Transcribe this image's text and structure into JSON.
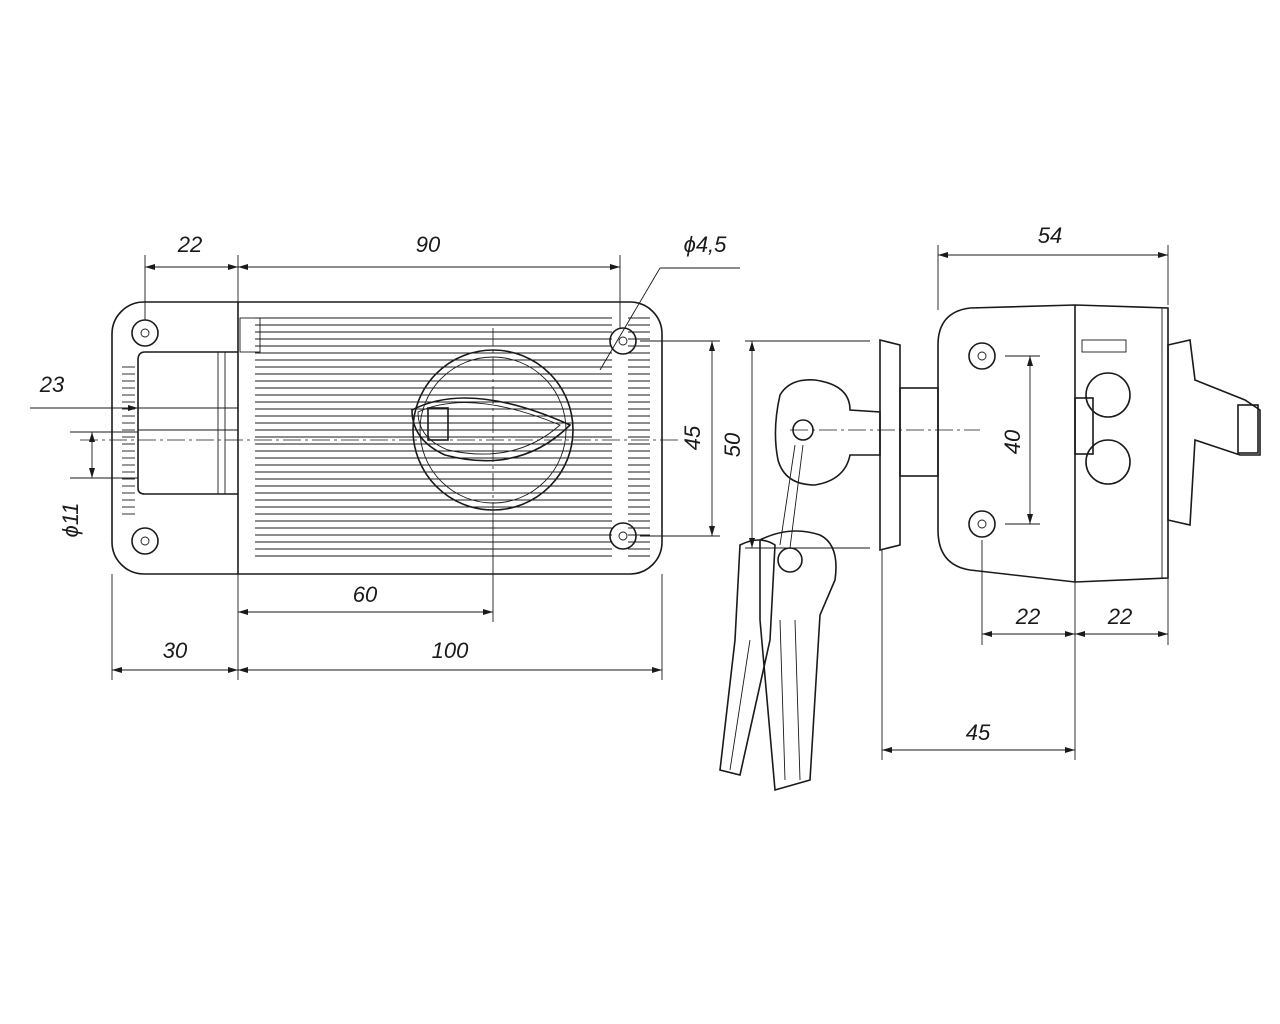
{
  "drawing": {
    "front_view": {
      "dims": {
        "bolt_offset": "22",
        "hole_spacing_h": "90",
        "hole_diameter": "ϕ4,5",
        "bolt_height": "23",
        "bolt_diameter": "ϕ11",
        "knob_offset": "60",
        "bolt_throw": "30",
        "body_length": "100",
        "hole_spacing_v": "45",
        "body_height": "50"
      }
    },
    "side_view": {
      "dims": {
        "depth": "54",
        "hole_spacing_v": "40",
        "half_left": "22",
        "half_right": "22",
        "cylinder_length": "45"
      }
    },
    "line_color": "#1a1a1a"
  }
}
